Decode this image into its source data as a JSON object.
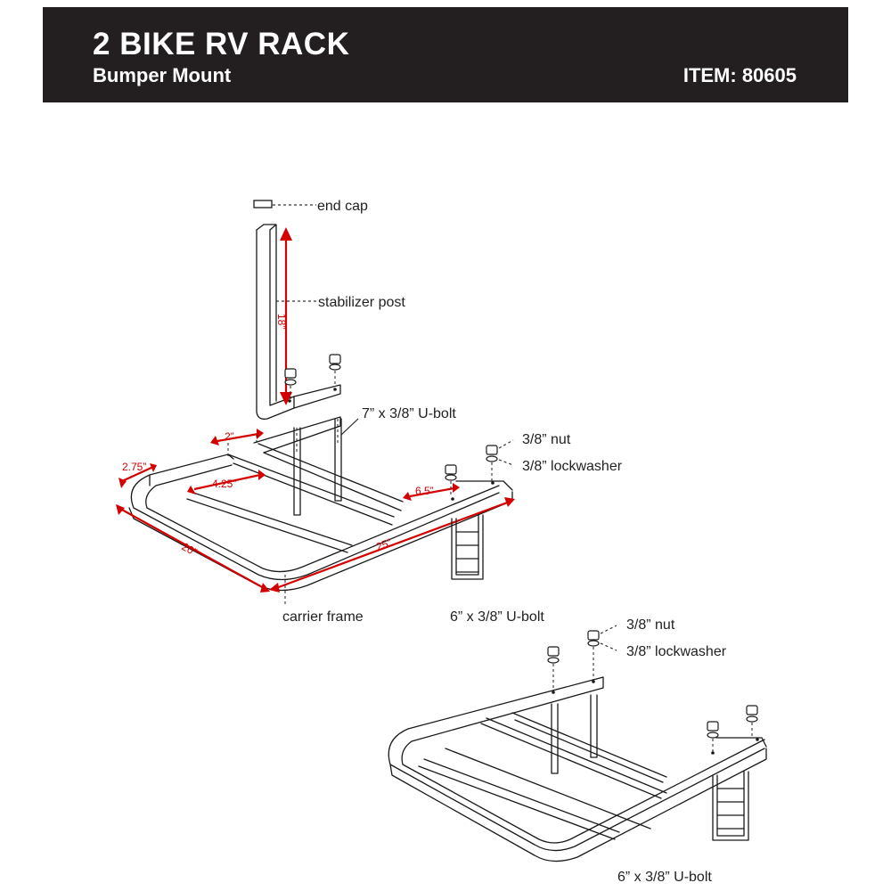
{
  "header": {
    "title": "2 BIKE RV RACK",
    "subtitle": "Bumper Mount",
    "item": "ITEM: 80605"
  },
  "colors": {
    "header_bg": "#231f20",
    "dimension": "#d40000"
  },
  "labels": {
    "end_cap": "end cap",
    "stabilizer_post": "stabilizer post",
    "ubolt_7": "7” x 3/8” U-bolt",
    "nut_top": "3/8” nut",
    "lockwasher_top": "3/8” lockwasher",
    "carrier_frame": "carrier frame",
    "ubolt_6_top": "6” x 3/8” U-bolt",
    "nut_bottom": "3/8” nut",
    "lockwasher_bottom": "3/8” lockwasher",
    "ubolt_6_bottom": "6” x 3/8” U-bolt"
  },
  "dimensions": {
    "post_height": "18”",
    "d_2": "2”",
    "d_2_75": "2.75”",
    "d_4_25": "4.25”",
    "d_6_5": "6.5”",
    "d_20": "20”",
    "d_25": "25”"
  }
}
